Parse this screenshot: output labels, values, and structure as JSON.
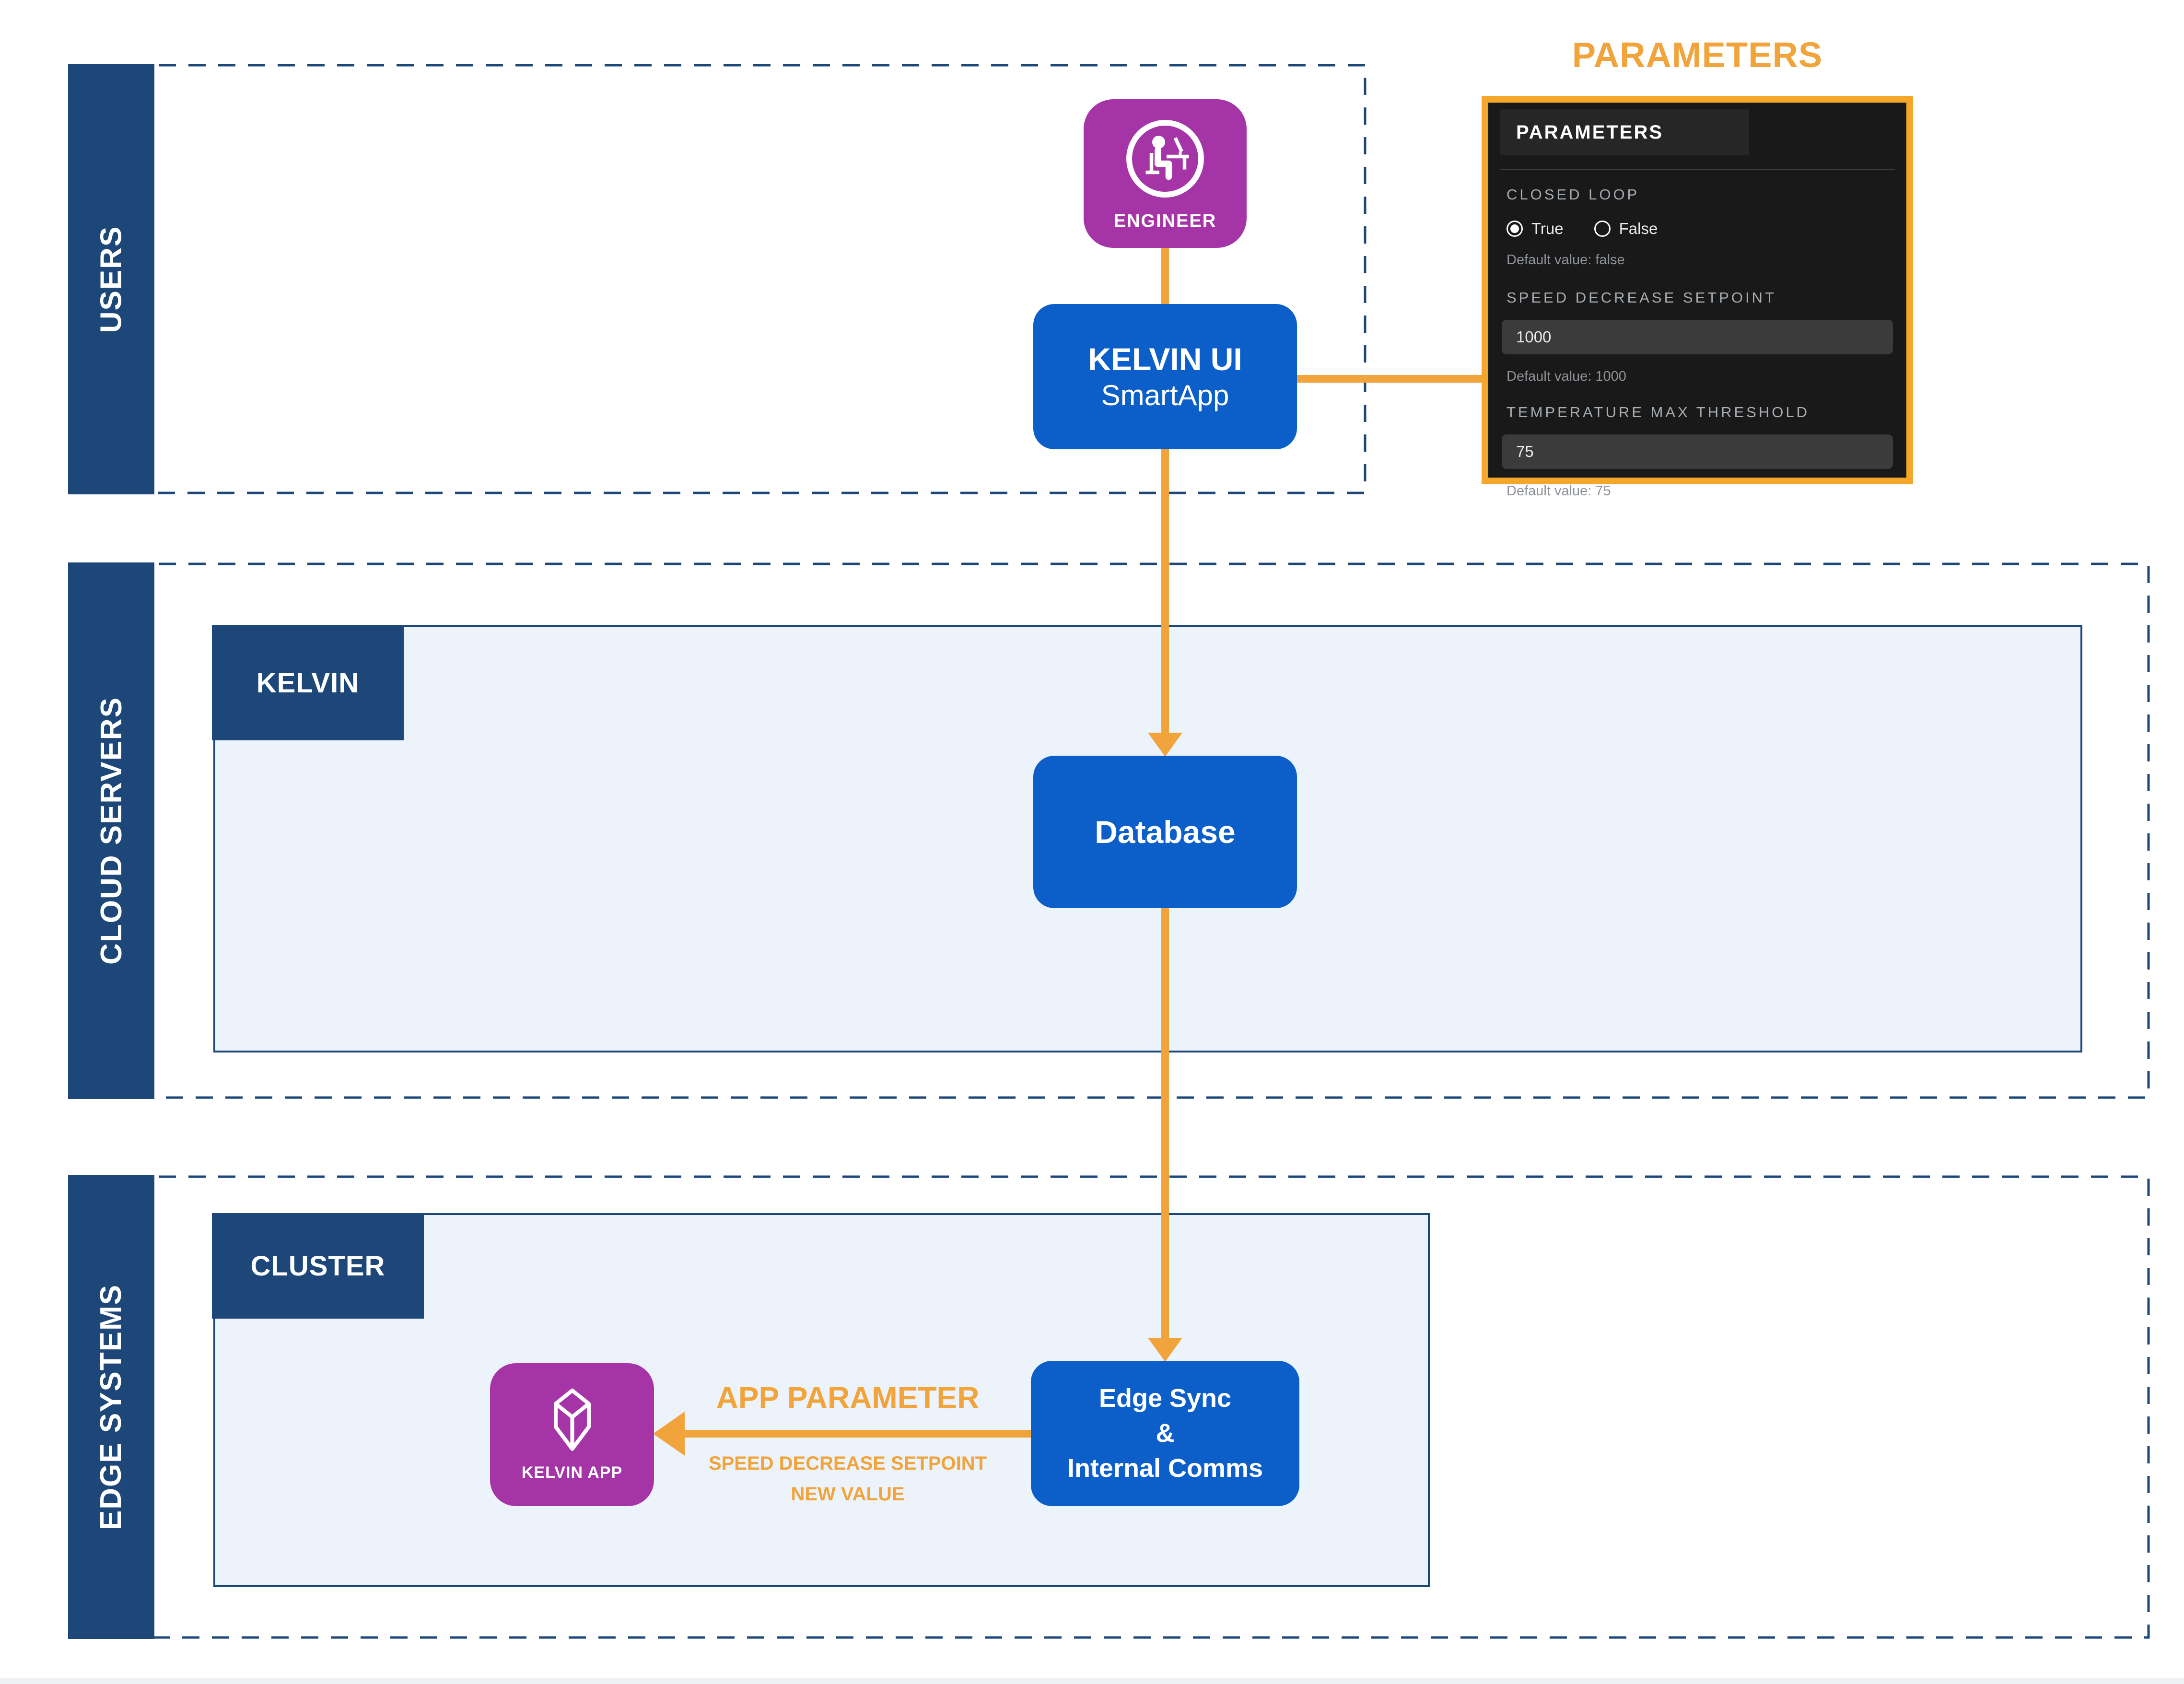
{
  "bands": {
    "users": "USERS",
    "cloud": "CLOUD SERVERS",
    "edge": "EDGE SYSTEMS"
  },
  "tags": {
    "kelvin": "KELVIN",
    "cluster": "CLUSTER"
  },
  "nodes": {
    "engineer": {
      "label": "ENGINEER"
    },
    "kelvin_ui": {
      "title": "KELVIN UI",
      "subtitle": "SmartApp"
    },
    "database": {
      "label": "Database"
    },
    "edge_sync": {
      "line1": "Edge Sync",
      "line2": "&",
      "line3": "Internal Comms"
    },
    "kelvin_app": {
      "label": "KELVIN APP"
    }
  },
  "connections": {
    "app_parameter": {
      "title": "APP PARAMETER",
      "detail1": "SPEED DECREASE SETPOINT",
      "detail2": "NEW VALUE"
    }
  },
  "parameters_panel": {
    "title": "PARAMETERS",
    "header": "PARAMETERS",
    "fields": [
      {
        "label": "CLOSED LOOP",
        "type": "radio",
        "options": [
          "True",
          "False"
        ],
        "selected": "True",
        "default_note": "Default value: false"
      },
      {
        "label": "SPEED DECREASE SETPOINT",
        "type": "text",
        "value": "1000",
        "default_note": "Default value: 1000"
      },
      {
        "label": "TEMPERATURE MAX THRESHOLD",
        "type": "text",
        "value": "75",
        "default_note": "Default value: 75"
      }
    ]
  },
  "colors": {
    "navy": "#1C4778",
    "node_blue": "#0C5FC9",
    "node_purple": "#A535A7",
    "orange": "#F1A33C",
    "orange_border": "#F5A72B",
    "panel_light": "#EDF3FA",
    "panel_dark": "#191919"
  }
}
